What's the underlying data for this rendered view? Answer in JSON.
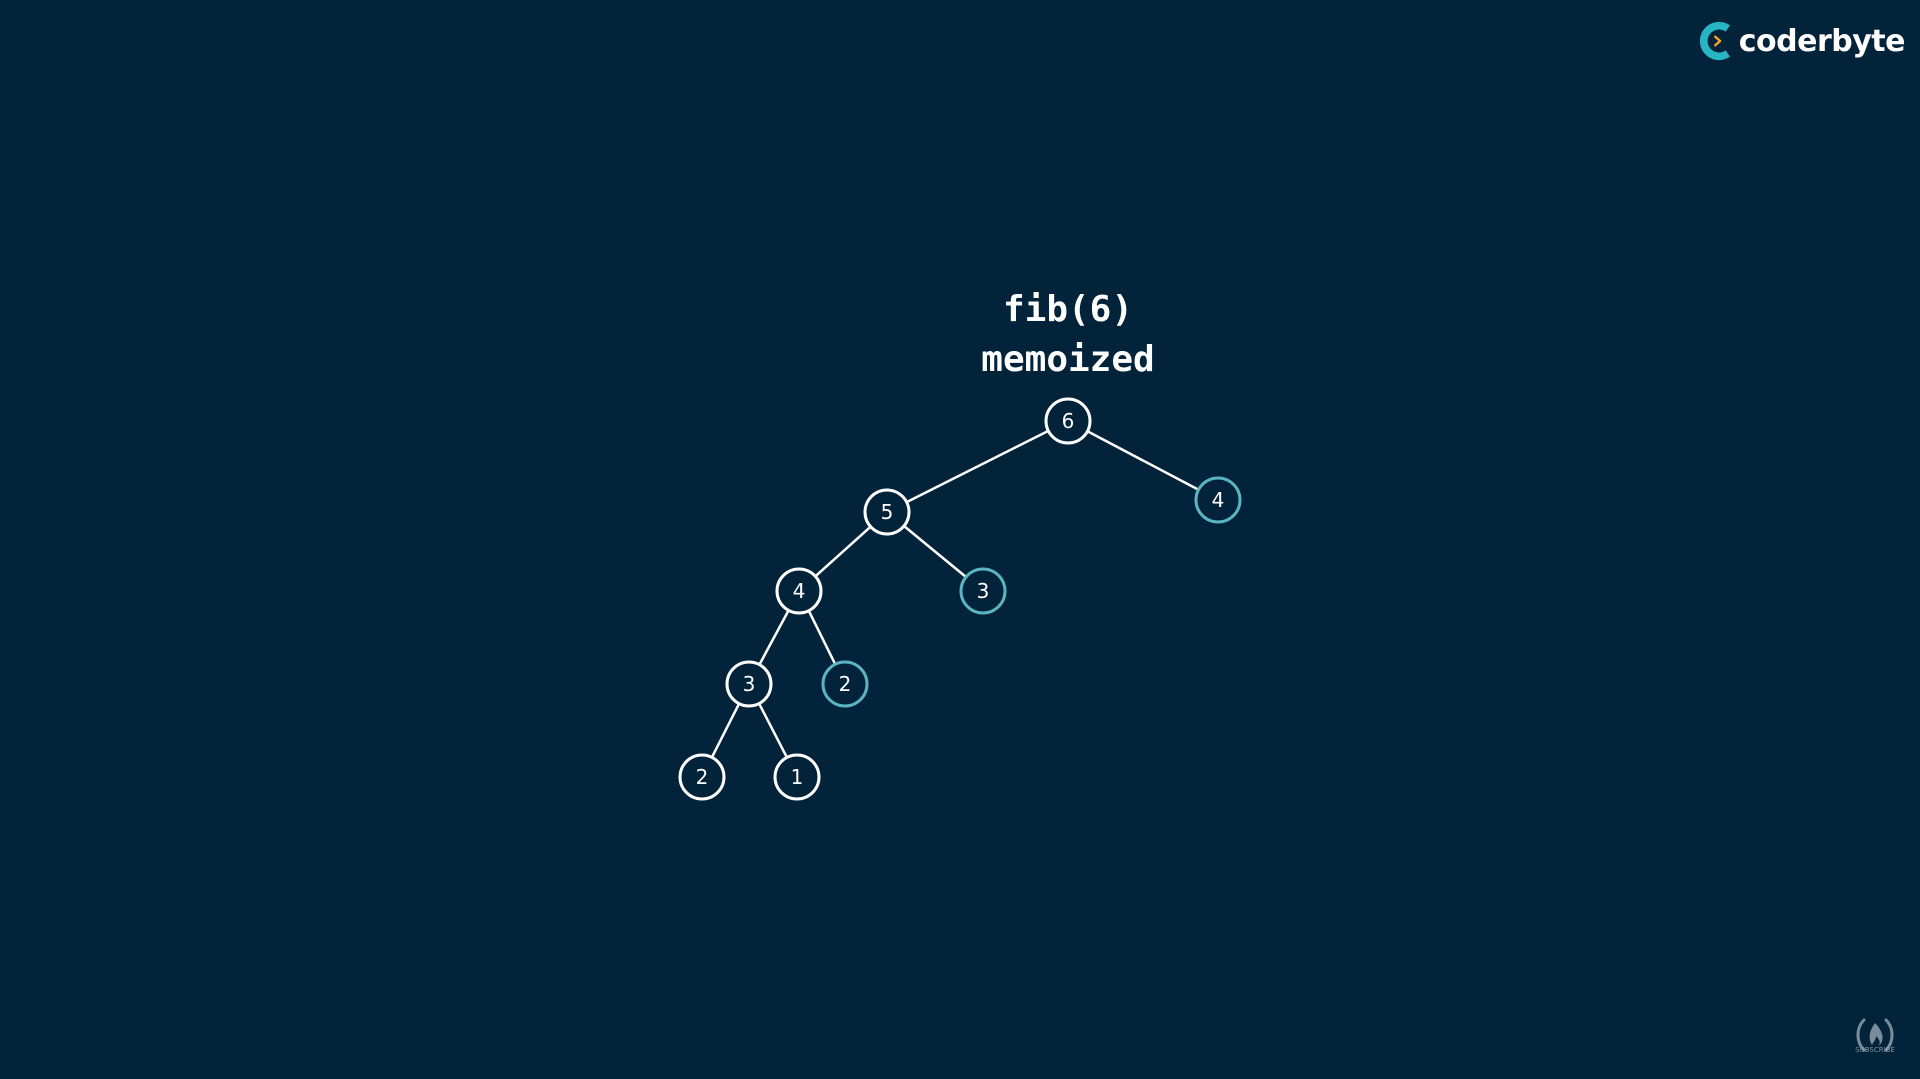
{
  "title": {
    "line1": "fib(6)",
    "line2": "memoized"
  },
  "logo": {
    "text": "coderbyte",
    "icon": "coderbyte-logo-icon",
    "accent": "#27b5c4",
    "arrow_color": "#f5a623"
  },
  "watermark": {
    "icon": "freecodecamp-icon",
    "caption": "SUBSCRIBE"
  },
  "colors": {
    "background": "#03233a",
    "computed_node": "#ffffff",
    "memoized_node": "#5ab4c2"
  },
  "tree": {
    "nodes": [
      {
        "id": "n6",
        "label": "6",
        "state": "computed"
      },
      {
        "id": "n5",
        "label": "5",
        "state": "computed"
      },
      {
        "id": "n4r",
        "label": "4",
        "state": "memoized"
      },
      {
        "id": "n4",
        "label": "4",
        "state": "computed"
      },
      {
        "id": "n3r",
        "label": "3",
        "state": "memoized"
      },
      {
        "id": "n3",
        "label": "3",
        "state": "computed"
      },
      {
        "id": "n2r",
        "label": "2",
        "state": "memoized"
      },
      {
        "id": "n2",
        "label": "2",
        "state": "computed"
      },
      {
        "id": "n1",
        "label": "1",
        "state": "computed"
      }
    ],
    "edges": [
      [
        "n6",
        "n5"
      ],
      [
        "n6",
        "n4r"
      ],
      [
        "n5",
        "n4"
      ],
      [
        "n5",
        "n3r"
      ],
      [
        "n4",
        "n3"
      ],
      [
        "n4",
        "n2r"
      ],
      [
        "n3",
        "n2"
      ],
      [
        "n3",
        "n1"
      ]
    ]
  }
}
